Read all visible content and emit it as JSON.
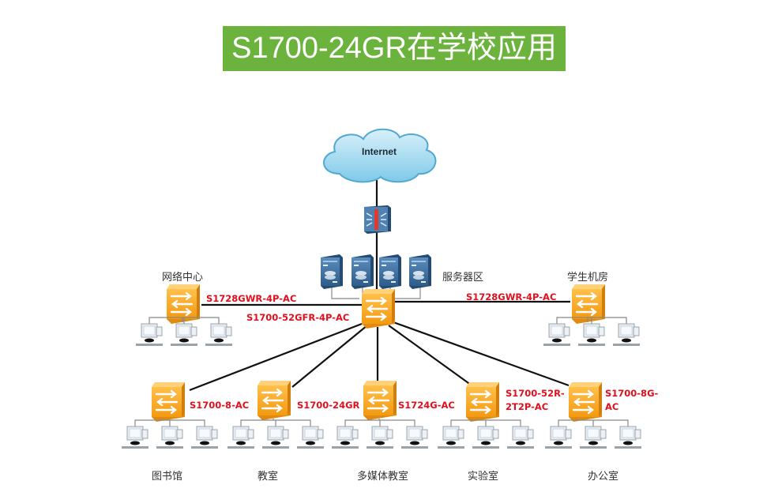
{
  "title": "S1700-24GR在学校应用",
  "colors": {
    "banner": "#6cb33e",
    "model_label": "#e0101f",
    "switch": "#f7a21b",
    "server": "#3d6c9a",
    "cloud": "#9fd8ef"
  },
  "internet": {
    "label": "Internet",
    "icon": "cloud-icon"
  },
  "firewall": {
    "icon": "firewall-icon"
  },
  "core": {
    "model": "S1700-52GFR-4P-AC",
    "icon": "switch-icon"
  },
  "server_zone": {
    "label": "服务器区",
    "server_count": 4,
    "icon": "server-icon"
  },
  "branches": [
    {
      "id": "network-center",
      "label": "网络中心",
      "model": "S1728GWR-4P-AC",
      "pc_count": 3
    },
    {
      "id": "student-lab",
      "label": "学生机房",
      "model": "S1728GWR-4P-AC",
      "pc_count": 3
    },
    {
      "id": "library",
      "label": "图书馆",
      "model": "S1700-8-AC",
      "pc_count": 3
    },
    {
      "id": "classroom",
      "label": "教室",
      "model": "S1700-24GR",
      "pc_count": 3
    },
    {
      "id": "multimedia-classroom",
      "label": "多媒体教室",
      "model": "S1724G-AC",
      "pc_count": 3
    },
    {
      "id": "laboratory",
      "label": "实验室",
      "model_line1": "S1700-52R-",
      "model_line2": "2T2P-AC",
      "pc_count": 3
    },
    {
      "id": "office",
      "label": "办公室",
      "model_line1": "S1700-8G-",
      "model_line2": "AC",
      "pc_count": 3
    }
  ]
}
